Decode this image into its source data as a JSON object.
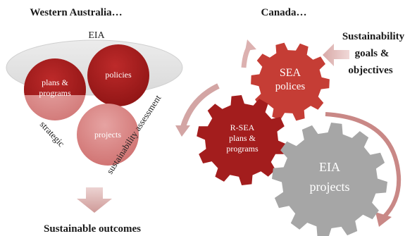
{
  "left": {
    "heading": "Western Australia…",
    "eia_label": "EIA",
    "circles": {
      "plans_line1": "plans &",
      "plans_line2": "programs",
      "policies": "policies",
      "projects": "projects"
    },
    "strategic_label": "strategic",
    "sustainability_label": "sustainability assessment",
    "outcome": "Sustainable outcomes"
  },
  "right": {
    "heading": "Canada…",
    "goals_line1": "Sustainability",
    "goals_line2": "goals &",
    "goals_line3": "objectives",
    "sea_line1": "SEA",
    "sea_line2": "polices",
    "rsea_line1": "R-SEA",
    "rsea_line2": "plans &",
    "rsea_line3": "programs",
    "eia_line1": "EIA",
    "eia_line2": "projects"
  },
  "colors": {
    "dark_red": "#a31d1d",
    "mid_red": "#c53d35",
    "light_red": "#d98786",
    "grey": "#a6a6a6",
    "funnel_grey": "#e3e3e3",
    "arrow_pink": "#e2b7b5"
  }
}
